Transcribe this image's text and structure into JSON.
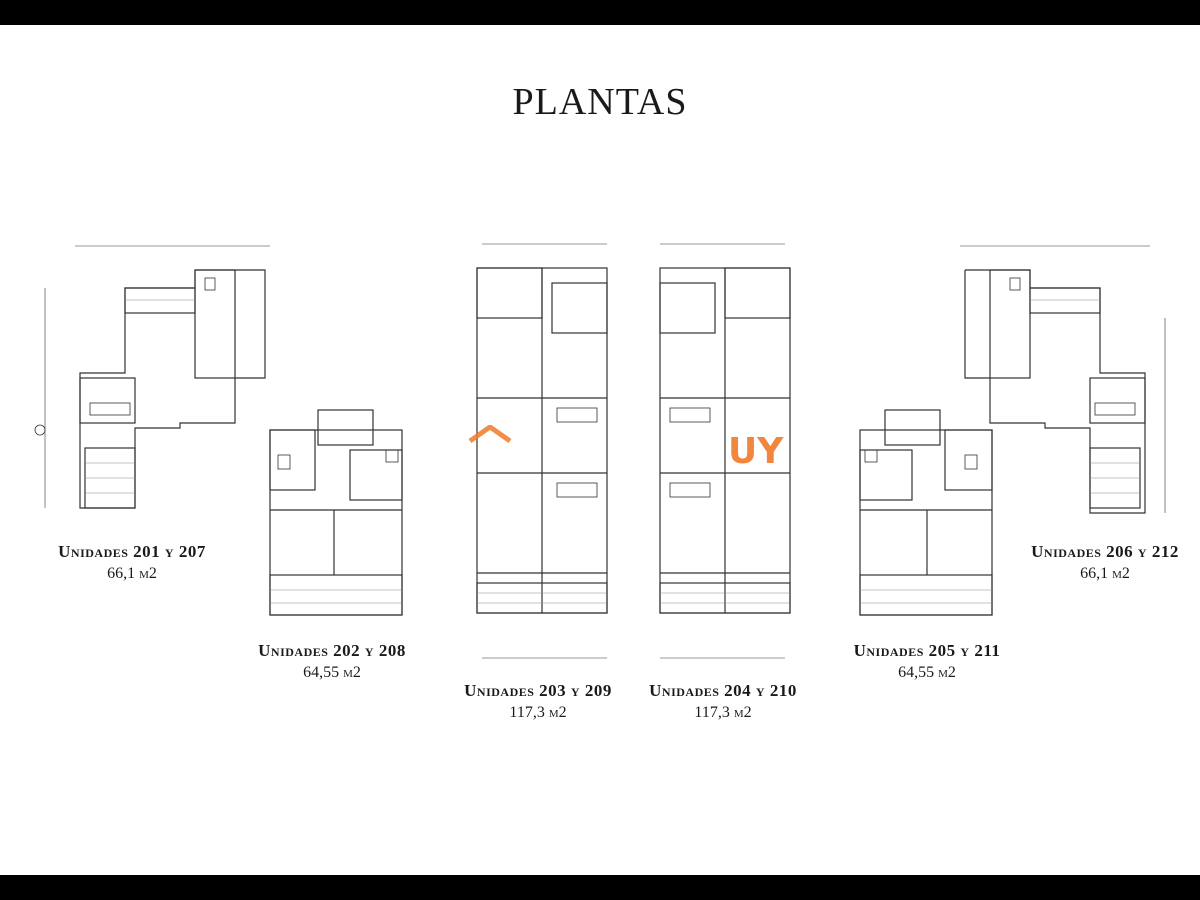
{
  "title": "PLANTAS",
  "colors": {
    "line": "#333333",
    "hatch": "#888888",
    "watermark": "#f07a2a"
  },
  "watermark": {
    "text": "UY"
  },
  "units": [
    {
      "id": "u201",
      "name": "Unidades 201 y 207",
      "area": "66,1 m2"
    },
    {
      "id": "u202",
      "name": "Unidades 202 y 208",
      "area": "64,55 m2"
    },
    {
      "id": "u203",
      "name": "Unidades 203 y 209",
      "area": "117,3 m2"
    },
    {
      "id": "u204",
      "name": "Unidades 204 y 210",
      "area": "117,3 m2"
    },
    {
      "id": "u205",
      "name": "Unidades 205 y 211",
      "area": "64,55 m2"
    },
    {
      "id": "u206",
      "name": "Unidades 206 y 212",
      "area": "66,1 m2"
    }
  ]
}
